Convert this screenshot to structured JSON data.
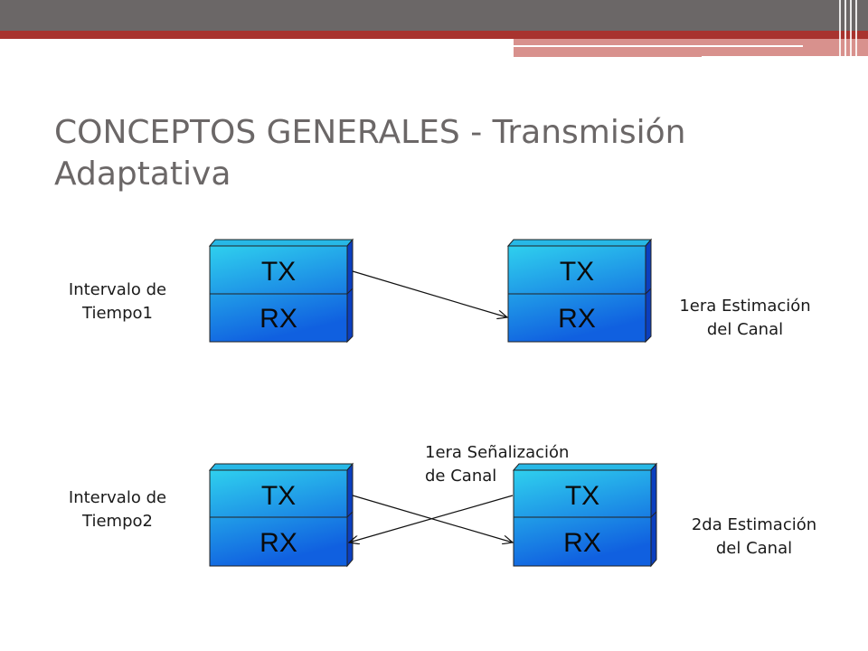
{
  "slide": {
    "title": "CONCEPTOS GENERALES - Transmisión Adaptativa"
  },
  "diagram": {
    "row1": {
      "left_label_line1": "Intervalo de",
      "left_label_line2": "Tiempo1",
      "right_label_line1": "1era Estimación",
      "right_label_line2": "del Canal"
    },
    "row2": {
      "left_label_line1": "Intervalo de",
      "left_label_line2": "Tiempo2",
      "right_label_line1": "2da Estimación",
      "right_label_line2": "del Canal",
      "top_label_line1": "1era Señalización",
      "top_label_line2": "de Canal"
    },
    "box_tx": "TX",
    "box_rx": "RX",
    "colors": {
      "box_top": "#2fd0ee",
      "box_bottom": "#1060e0",
      "box_side": "#0b3fbf",
      "box_lid": "#27b8e6"
    }
  }
}
